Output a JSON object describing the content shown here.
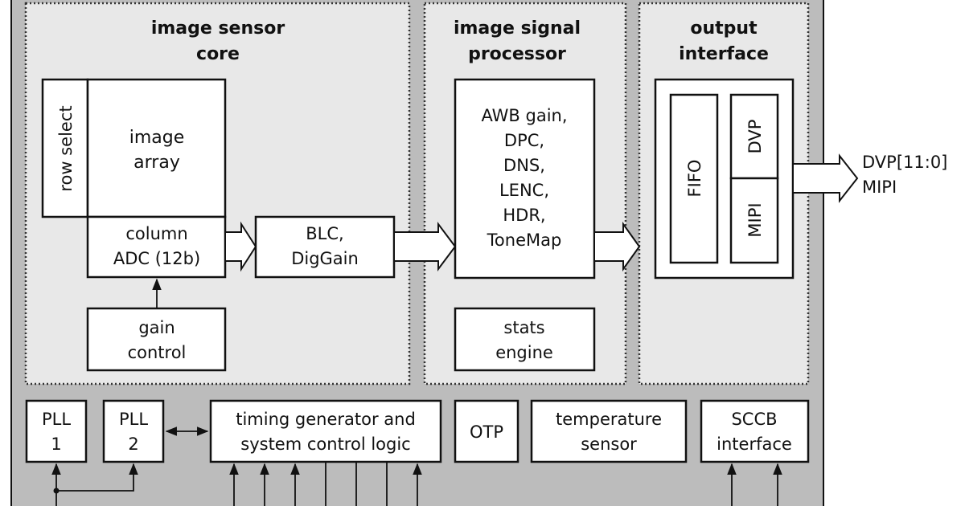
{
  "sections": {
    "sensor_core": {
      "title": [
        "image sensor",
        "core"
      ]
    },
    "isp": {
      "title": [
        "image signal",
        "processor"
      ]
    },
    "output": {
      "title": [
        "output",
        "interface"
      ]
    }
  },
  "blocks": {
    "row_select": "row select",
    "image_array": [
      "image",
      "array"
    ],
    "column_adc": [
      "column",
      "ADC (12b)"
    ],
    "gain_control": [
      "gain",
      "control"
    ],
    "blc": [
      "BLC,",
      "DigGain"
    ],
    "isp_functions": [
      "AWB gain,",
      "DPC,",
      "DNS,",
      "LENC,",
      "HDR,",
      "ToneMap"
    ],
    "stats_engine": [
      "stats",
      "engine"
    ],
    "fifo": "FIFO",
    "dvp": "DVP",
    "mipi": "MIPI",
    "pll1": [
      "PLL",
      "1"
    ],
    "pll2": [
      "PLL",
      "2"
    ],
    "timing": [
      "timing generator and",
      "system control logic"
    ],
    "otp": "OTP",
    "temp_sensor": [
      "temperature",
      "sensor"
    ],
    "sccb": [
      "SCCB",
      "interface"
    ]
  },
  "output_label": [
    "DVP[11:0]",
    "MIPI"
  ],
  "colors": {
    "chip_bg": "#bcbcbc",
    "section_bg": "#e8e8e8",
    "block_fill": "#ffffff",
    "stroke": "#111111"
  }
}
